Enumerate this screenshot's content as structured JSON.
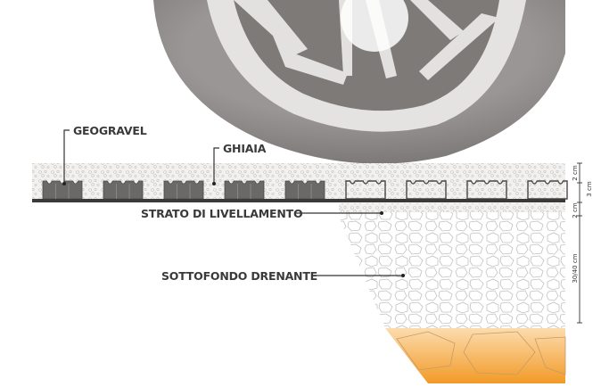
{
  "labels": {
    "geogravel": "GEOGRAVEL",
    "ghiaia": "GHIAIA",
    "strato": "STRATO DI LIVELLAMENTO",
    "sottofondo": "SOTTOFONDO DRENANTE"
  },
  "dimensions": {
    "top_layer": "2 cm",
    "combined": "3 cm",
    "leveling": "2 cm",
    "subbase": "30/40 cm"
  },
  "colors": {
    "tire": "#8d8988",
    "tire_dark": "#6e6a69",
    "rim": "#e6e4e2",
    "hub_dark": "#7c7876",
    "grid_fill": "#6a6767",
    "gravel_bg": "#f0efed",
    "stone_line": "#bdbcba",
    "orange_top": "#fbd9a8",
    "orange_bottom": "#f29b28",
    "base_line": "#3a3a3a"
  }
}
